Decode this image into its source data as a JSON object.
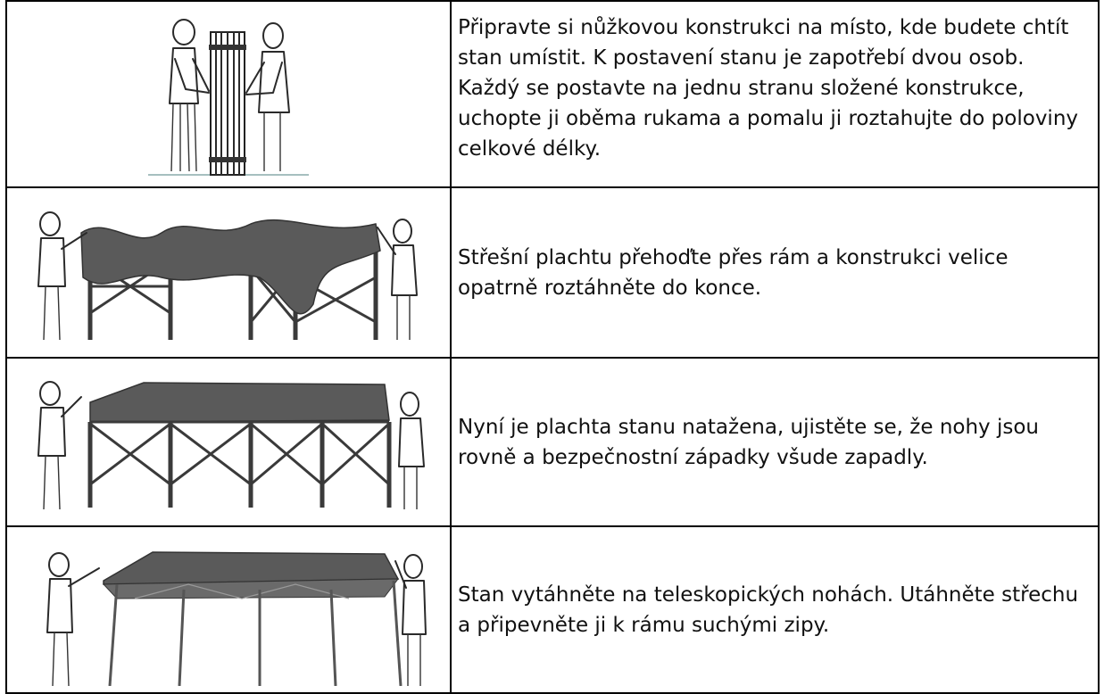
{
  "steps": [
    {
      "text": "Připravte si nůžkovou konstrukci na místo, kde budete chtít stan umístit. K postavení stanu je zapotřebí dvou osob. Každý se postavte na jednu stranu složené konstrukce, uchopte ji oběma rukama a pomalu ji roztahujte do poloviny celkové délky.",
      "illustration": "two-people-holding-folded-frame"
    },
    {
      "text": "Střešní plachtu přehoďte přes rám a konstrukci velice opatrně roztáhněte do konce.",
      "illustration": "canopy-draped-over-frame"
    },
    {
      "text": "Nyní je plachta stanu natažena, ujistěte se, že nohy jsou rovně a bezpečnostní západky všude zapadly.",
      "illustration": "canopy-stretched-on-frame"
    },
    {
      "text": "Stan vytáhněte na teleskopických nohách. Utáhněte střechu a připevněte ji k rámu suchými zipy.",
      "illustration": "tent-raised-on-telescopic-legs"
    }
  ]
}
